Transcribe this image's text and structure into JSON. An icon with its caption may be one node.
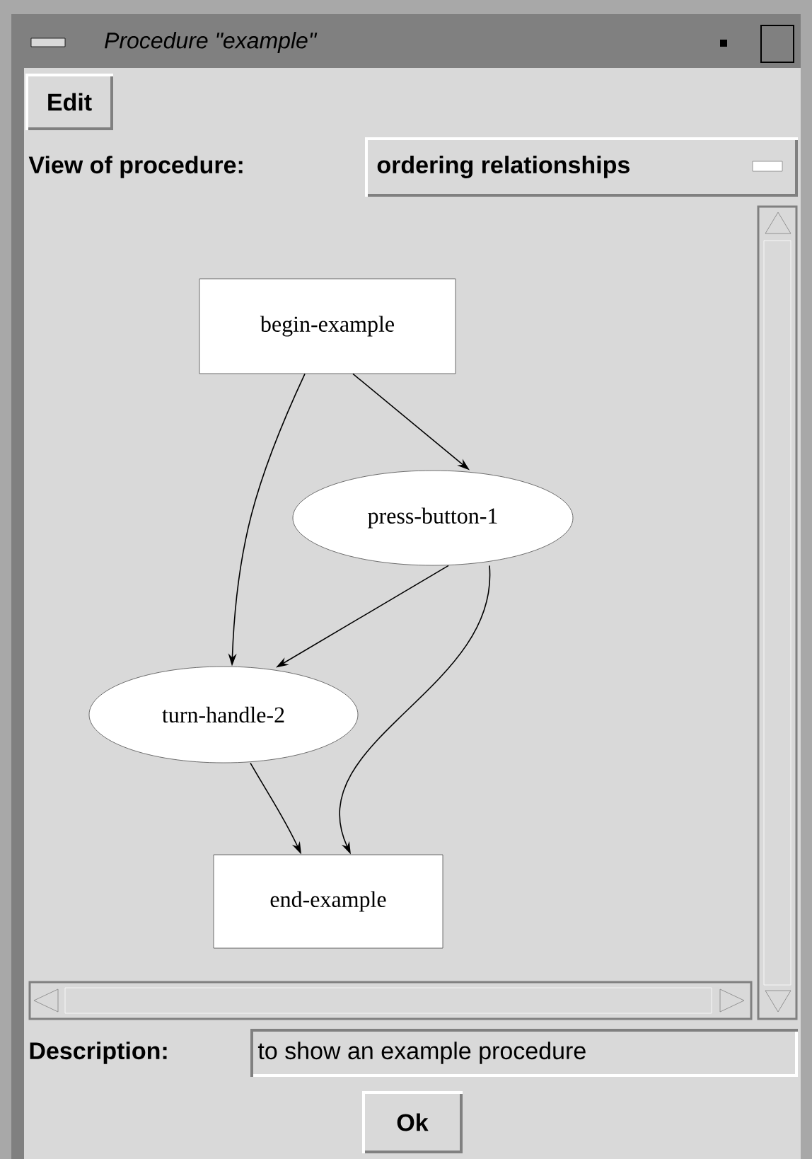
{
  "diagram": {
    "title": "Procedure \"example\"",
    "nodes": [
      {
        "text": [
          "begin-example"
        ]
      },
      {
        "text": [
          "press-button-1"
        ]
      },
      {
        "text": [
          "turn-handle-2"
        ]
      },
      {
        "text": [
          "end-example"
        ]
      }
    ],
    "edges": [
      {
        "from": 0,
        "to": 1,
        "arrow": "to"
      },
      {
        "from": 0,
        "to": 2,
        "arrow": "to"
      },
      {
        "from": 1,
        "to": 2,
        "arrow": "to"
      },
      {
        "from": 1,
        "to": 3,
        "arrow": "to"
      },
      {
        "from": 2,
        "to": 3,
        "arrow": "to"
      }
    ],
    "labels": [
      "Edit",
      "View of procedure:",
      "ordering relationships",
      "Description:",
      "to show an example procedure",
      "Ok"
    ]
  }
}
